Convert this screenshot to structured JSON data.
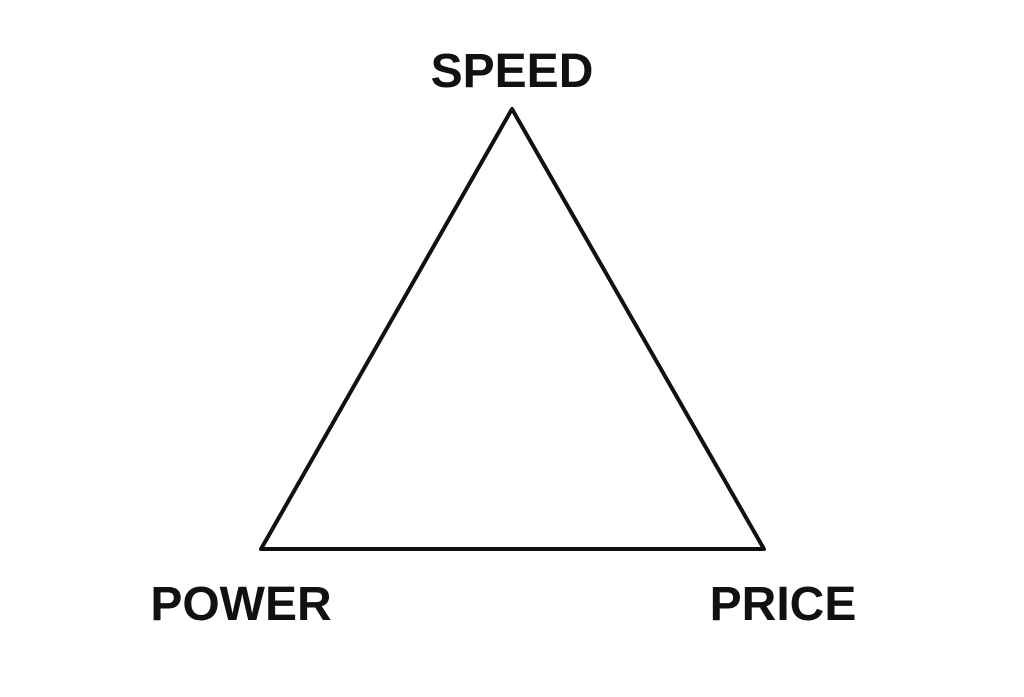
{
  "diagram": {
    "labels": {
      "top": "SPEED",
      "bottom_left": "POWER",
      "bottom_right": "PRICE"
    },
    "colors": {
      "background": "#ffffff",
      "stroke": "#111111",
      "text": "#111111"
    }
  }
}
